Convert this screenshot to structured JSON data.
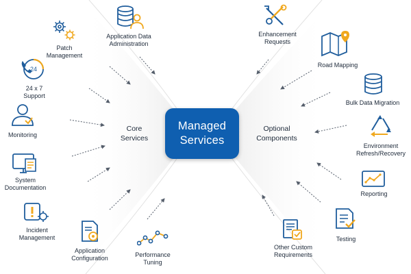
{
  "center": {
    "line1": "Managed",
    "line2": "Services"
  },
  "core": {
    "line1": "Core",
    "line2": "Services"
  },
  "optional": {
    "line1": "Optional",
    "line2": "Components"
  },
  "items": {
    "patch": [
      "Patch",
      "Management"
    ],
    "support": [
      "24 x 7",
      "Support"
    ],
    "support_badge": "24",
    "monitoring": [
      "Monitoring"
    ],
    "sysdoc": [
      "System",
      "Documentation"
    ],
    "incident": [
      "Incident",
      "Management"
    ],
    "appconfig": [
      "Application",
      "Configuration"
    ],
    "perf": [
      "Performance",
      "Tuning"
    ],
    "appdata": [
      "Application Data",
      "Administration"
    ],
    "enh": [
      "Enhancement",
      "Requests"
    ],
    "road": [
      "Road Mapping"
    ],
    "bulk": [
      "Bulk Data Migration"
    ],
    "env": [
      "Environment",
      "Refresh/Recovery"
    ],
    "reporting": [
      "Reporting"
    ],
    "testing": [
      "Testing"
    ],
    "other": [
      "Other Custom",
      "Requirements"
    ]
  },
  "colors": {
    "hub": "#0f5fb0",
    "icon_blue": "#1f5d9c",
    "icon_gold": "#f0a81e",
    "arrow": "#555e6b"
  }
}
